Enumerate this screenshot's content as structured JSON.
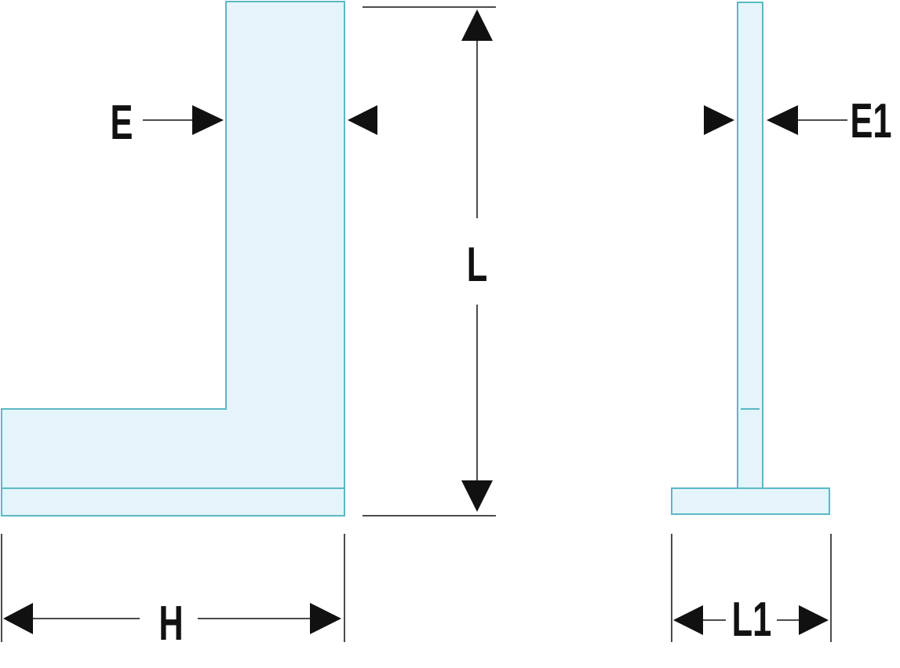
{
  "labels": {
    "E": "E",
    "L": "L",
    "H": "H",
    "E1": "E1",
    "L1": "L1"
  },
  "colors": {
    "outline": "#5bb8c4",
    "fill": "#e4f4fa",
    "dimension": "#111111"
  }
}
